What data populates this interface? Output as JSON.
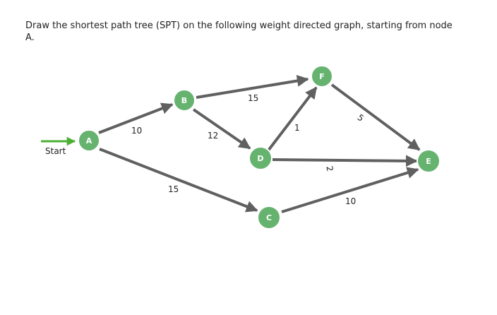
{
  "question": {
    "text": "Draw the shortest path tree (SPT) on the following weight directed graph, starting from node A."
  },
  "graph": {
    "start_label": "Start",
    "colors": {
      "node_fill": "#66b36f",
      "start_node_ring": "#666666",
      "edge": "#606060",
      "start_arrow": "#4caf35"
    },
    "nodes": [
      {
        "id": "A",
        "label": "A"
      },
      {
        "id": "B",
        "label": "B"
      },
      {
        "id": "C",
        "label": "C"
      },
      {
        "id": "D",
        "label": "D"
      },
      {
        "id": "E",
        "label": "E"
      },
      {
        "id": "F",
        "label": "F"
      }
    ],
    "edges": [
      {
        "from": "A",
        "to": "B",
        "weight": "10"
      },
      {
        "from": "A",
        "to": "C",
        "weight": "15"
      },
      {
        "from": "B",
        "to": "F",
        "weight": "15"
      },
      {
        "from": "B",
        "to": "D",
        "weight": "12"
      },
      {
        "from": "D",
        "to": "F",
        "weight": "1"
      },
      {
        "from": "D",
        "to": "E",
        "weight": "2"
      },
      {
        "from": "F",
        "to": "E",
        "weight": "5"
      },
      {
        "from": "C",
        "to": "E",
        "weight": "10"
      }
    ]
  }
}
